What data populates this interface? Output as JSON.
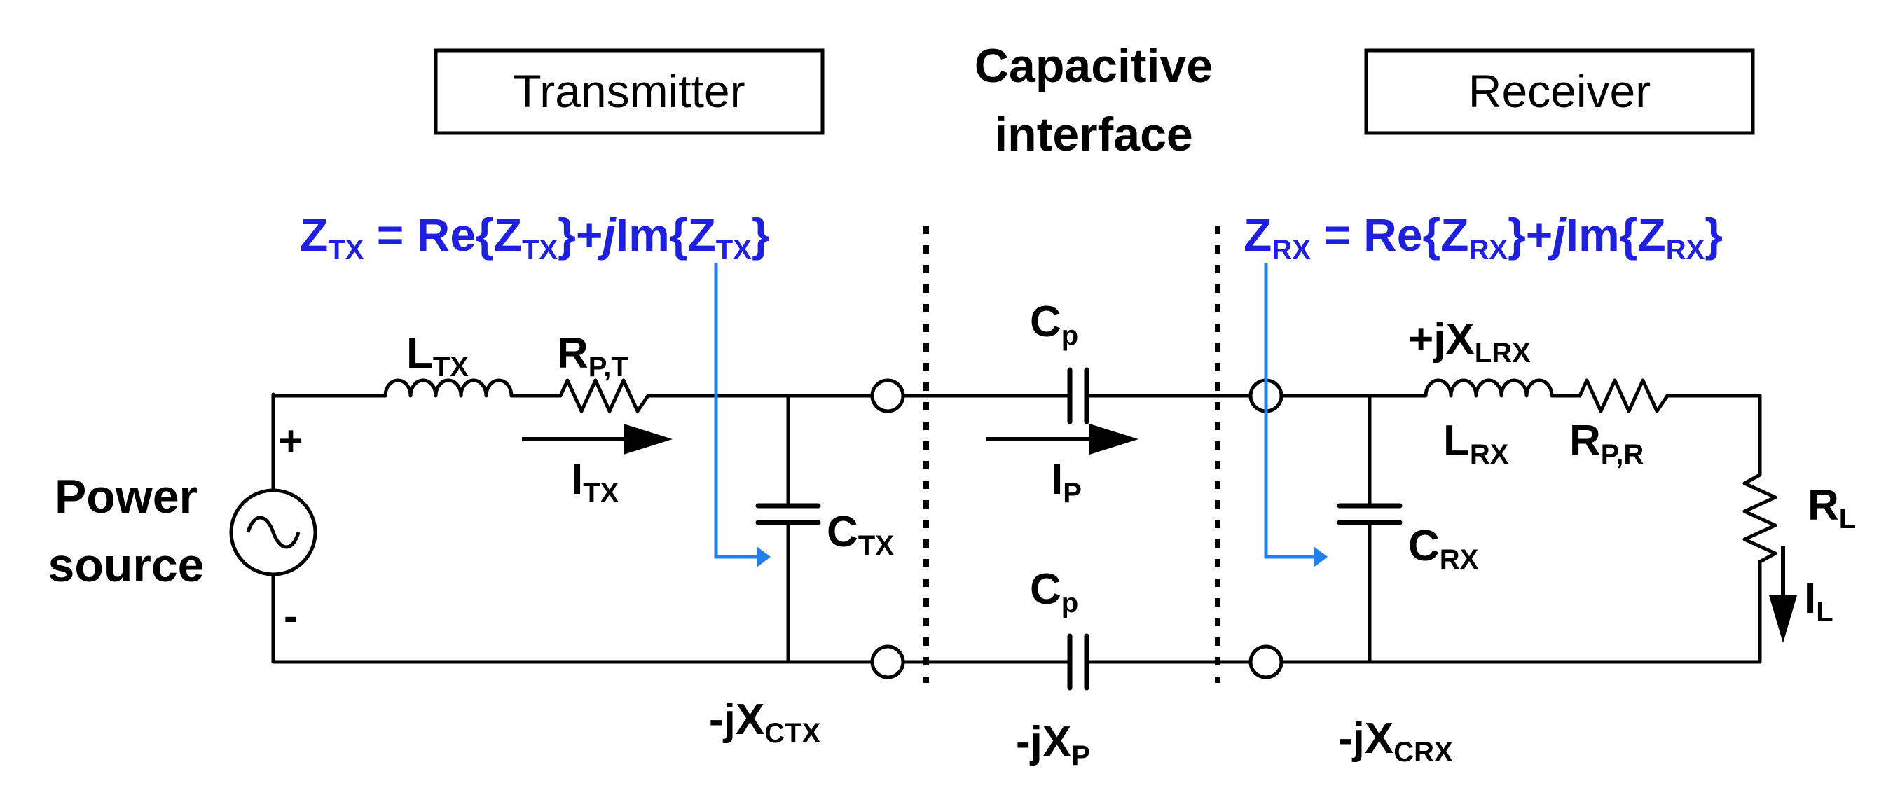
{
  "headers": {
    "transmitter": "Transmitter",
    "capacitive_line1": "Capacitive",
    "capacitive_line2": "interface",
    "receiver": "Receiver"
  },
  "source": {
    "line1": "Power",
    "line2": "source",
    "plus": "+",
    "minus": "-"
  },
  "impedance_tx": {
    "z": "Z",
    "z_sub": "TX",
    "eq": " = Re{Z",
    "re_sub": "TX",
    "mid": "}+",
    "j": "j",
    "im": "Im{Z",
    "im_sub": "TX",
    "end": "}"
  },
  "impedance_rx": {
    "z": "Z",
    "z_sub": "RX",
    "eq": " = Re{Z",
    "re_sub": "RX",
    "mid": "}+",
    "j": "j",
    "im": "Im{Z",
    "im_sub": "RX",
    "end": "}"
  },
  "components": {
    "ltx": {
      "main": "L",
      "sub": "TX"
    },
    "rpt": {
      "main": "R",
      "sub": "P,T"
    },
    "itx": {
      "main": "I",
      "sub": "TX"
    },
    "ctx": {
      "main": "C",
      "sub": "TX"
    },
    "xctx": {
      "main": "-jX",
      "sub": "CTX"
    },
    "cp_top": {
      "main": "C",
      "sub": "p"
    },
    "ip": {
      "main": "I",
      "sub": "P"
    },
    "cp_bot": {
      "main": "C",
      "sub": "p"
    },
    "xp": {
      "main": "-jX",
      "sub": "P"
    },
    "xlrx": {
      "main": "+jX",
      "sub": "LRX"
    },
    "lrx": {
      "main": "L",
      "sub": "RX"
    },
    "rpr": {
      "main": "R",
      "sub": "P,R"
    },
    "crx": {
      "main": "C",
      "sub": "RX"
    },
    "xcrx": {
      "main": "-jX",
      "sub": "CRX"
    },
    "rl": {
      "main": "R",
      "sub": "L"
    },
    "il": {
      "main": "I",
      "sub": "L"
    }
  },
  "colors": {
    "wire": "#000000",
    "impedance_text": "#1f1fe0",
    "impedance_arrow": "#2080f0"
  }
}
